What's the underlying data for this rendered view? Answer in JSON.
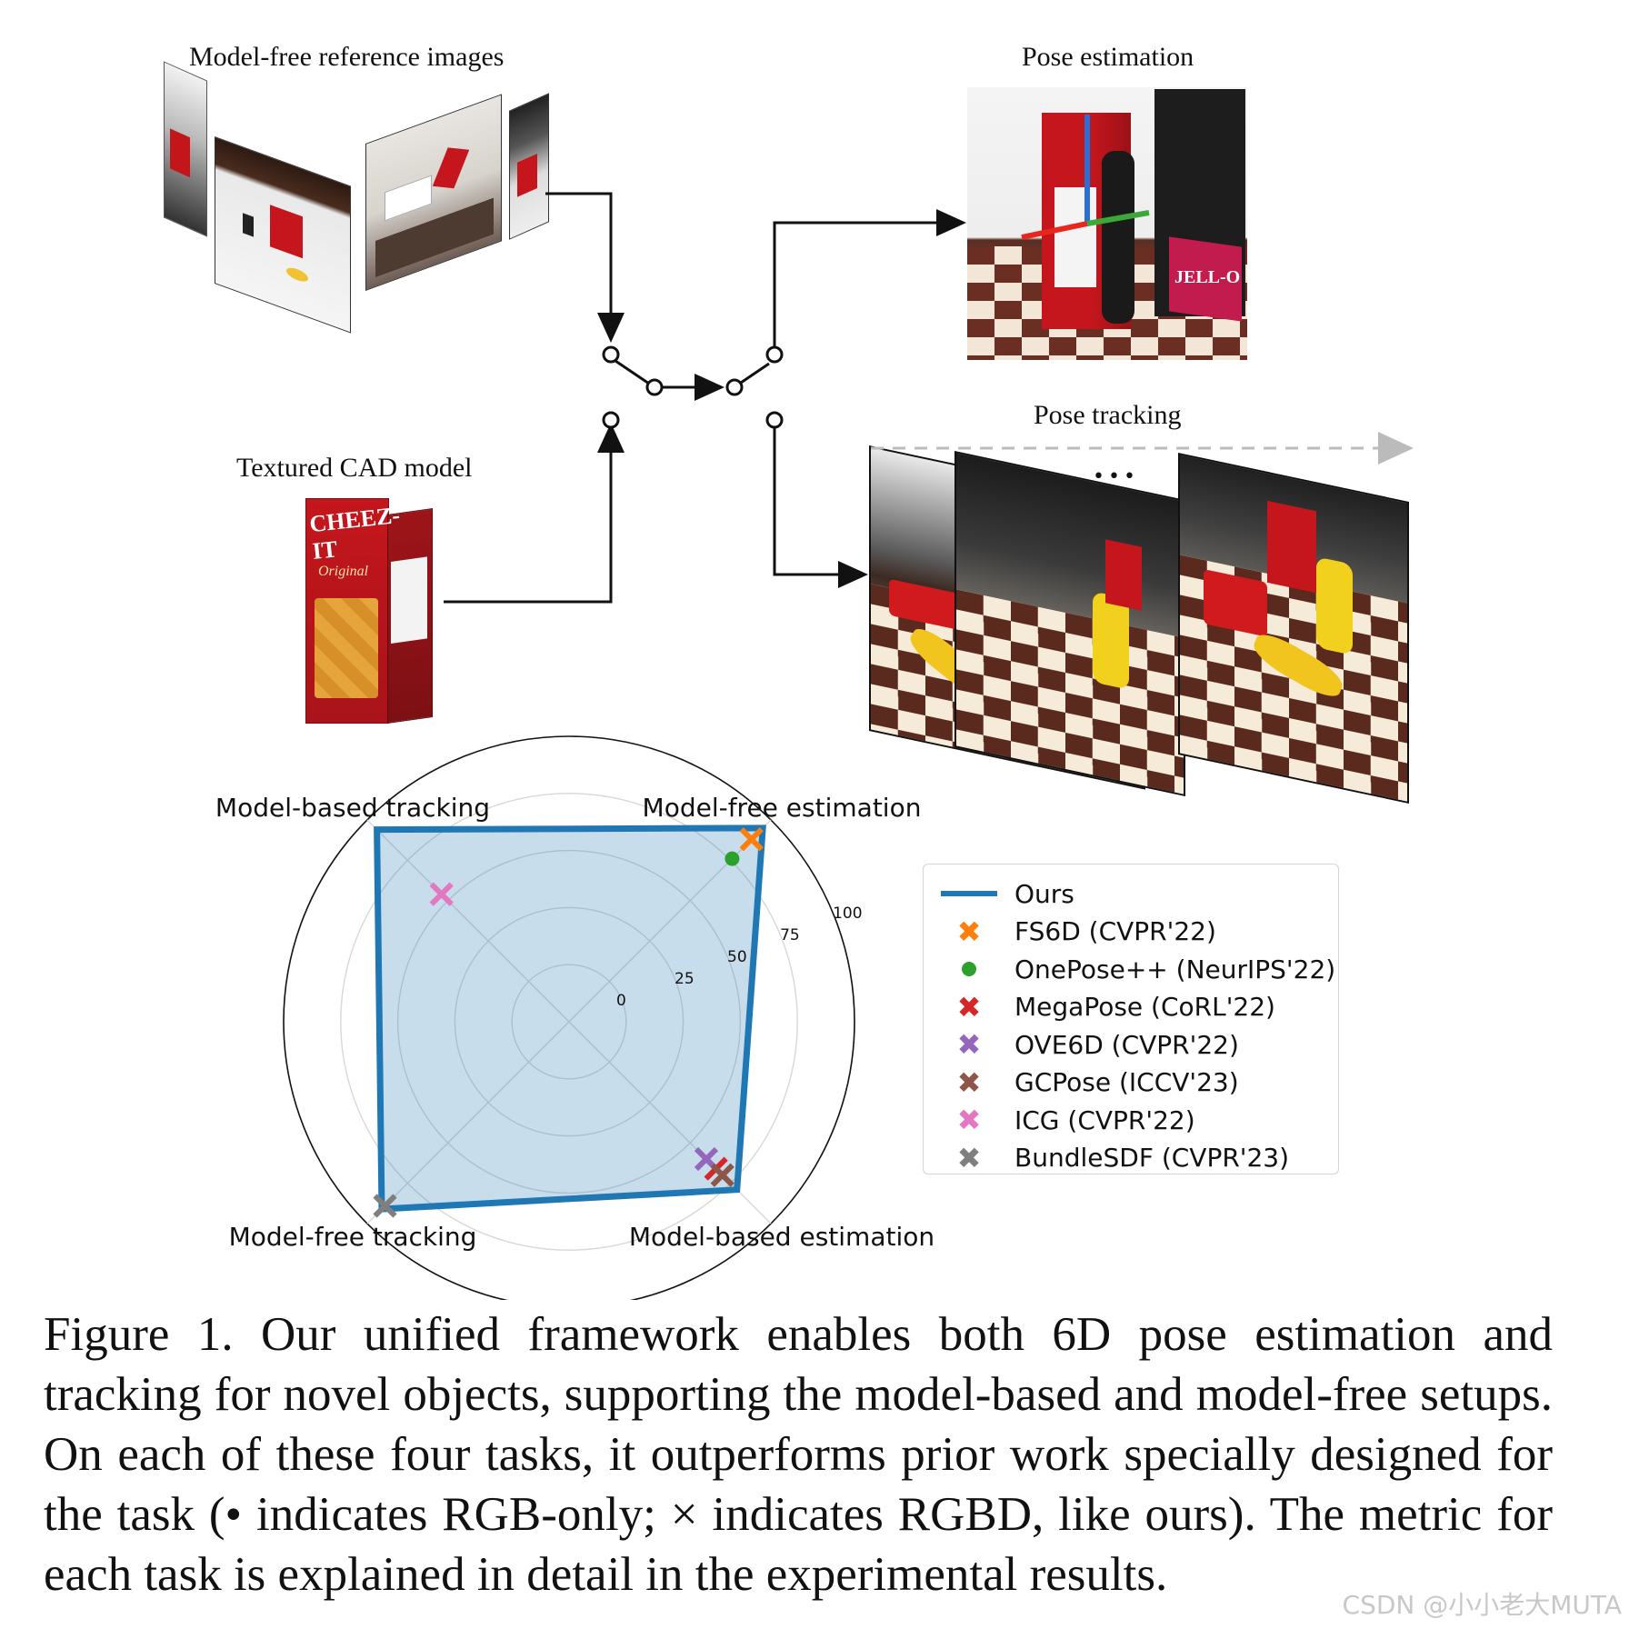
{
  "diagram": {
    "ref_images_label": "Model-free reference images",
    "cad_label": "Textured CAD model",
    "pose_estimation_label": "Pose estimation",
    "pose_tracking_label": "Pose tracking",
    "ellipsis": "•••",
    "box_text_1": "CHEEZ-IT",
    "box_text_2": "Original",
    "jello_text": "JELL-O"
  },
  "chart_data": {
    "type": "radar",
    "axes": [
      "Model-free estimation",
      "Model-based estimation",
      "Model-free tracking",
      "Model-based tracking"
    ],
    "rticks": [
      0,
      25,
      50,
      75,
      100
    ],
    "rlim": [
      -25,
      100
    ],
    "series": [
      {
        "name": "Ours",
        "marker": "line",
        "color": "#1f77b4",
        "values": [
          95,
          79,
          91,
          94
        ]
      },
      {
        "name": "FS6D (CVPR'22)",
        "marker": "x",
        "color": "#ff7f0e",
        "values": [
          88,
          null,
          null,
          null
        ]
      },
      {
        "name": "OnePose++ (NeurIPS'22)",
        "marker": "o",
        "color": "#2ca02c",
        "values": [
          76,
          null,
          null,
          null
        ]
      },
      {
        "name": "MegaPose (CoRL'22)",
        "marker": "x",
        "color": "#d62728",
        "values": [
          null,
          66,
          null,
          null
        ]
      },
      {
        "name": "OVE6D (CVPR'22)",
        "marker": "x",
        "color": "#9467bd",
        "values": [
          null,
          60,
          null,
          null
        ]
      },
      {
        "name": "GCPose (ICCV'23)",
        "marker": "x",
        "color": "#8c564b",
        "values": [
          null,
          70,
          null,
          null
        ]
      },
      {
        "name": "ICG (CVPR'22)",
        "marker": "x",
        "color": "#e377c2",
        "values": [
          null,
          null,
          null,
          54
        ]
      },
      {
        "name": "BundleSDF (CVPR'23)",
        "marker": "x",
        "color": "#7f7f7f",
        "values": [
          null,
          null,
          89,
          null
        ]
      }
    ]
  },
  "caption": "Figure 1.  Our unified framework enables both 6D pose estimation and tracking for novel objects, supporting the model-based and model-free setups. On each of these four tasks, it outperforms prior work specially designed for the task (• indicates RGB-only; × indicates RGBD, like ours). The metric for each task is explained in detail in the experimental results.",
  "watermark": "CSDN @小小老大MUTA"
}
